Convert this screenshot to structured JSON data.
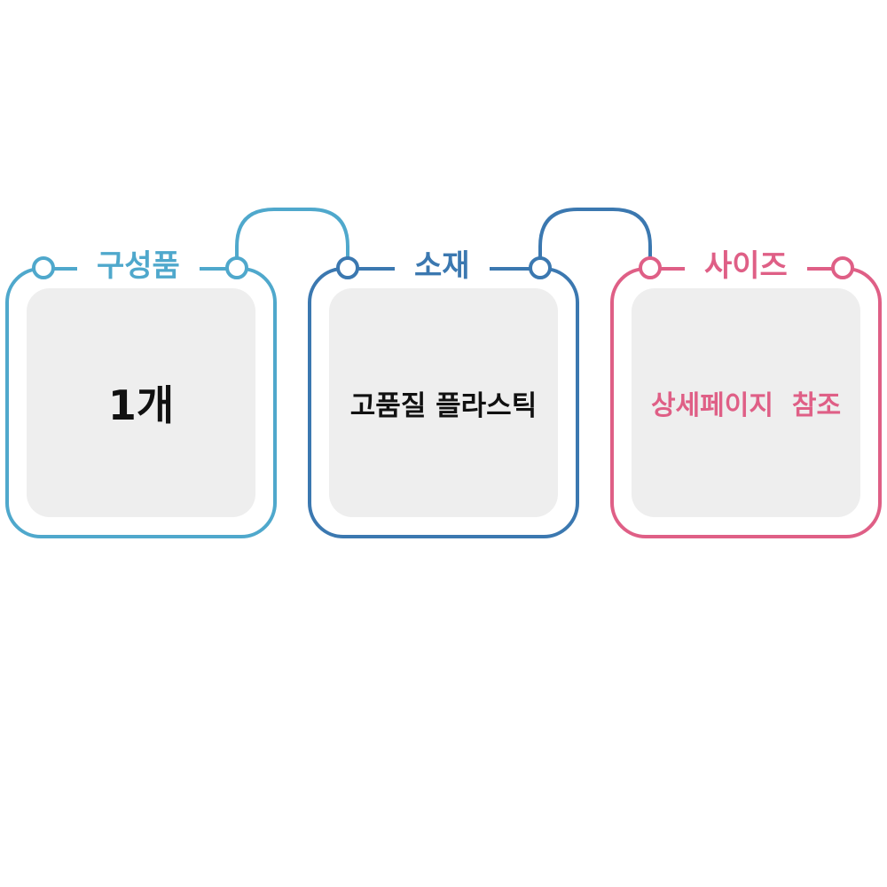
{
  "colors": {
    "light_blue": "#4fa8cc",
    "dark_blue": "#3b78b0",
    "pink": "#df5f86",
    "value_dark": "#111111",
    "card_fill": "#eeeeee"
  },
  "cards": [
    {
      "title": "구성품",
      "value": "1개"
    },
    {
      "title": "소재",
      "value": "고품질 플라스틱"
    },
    {
      "title": "사이즈",
      "value": "상세페이지  참조"
    }
  ]
}
